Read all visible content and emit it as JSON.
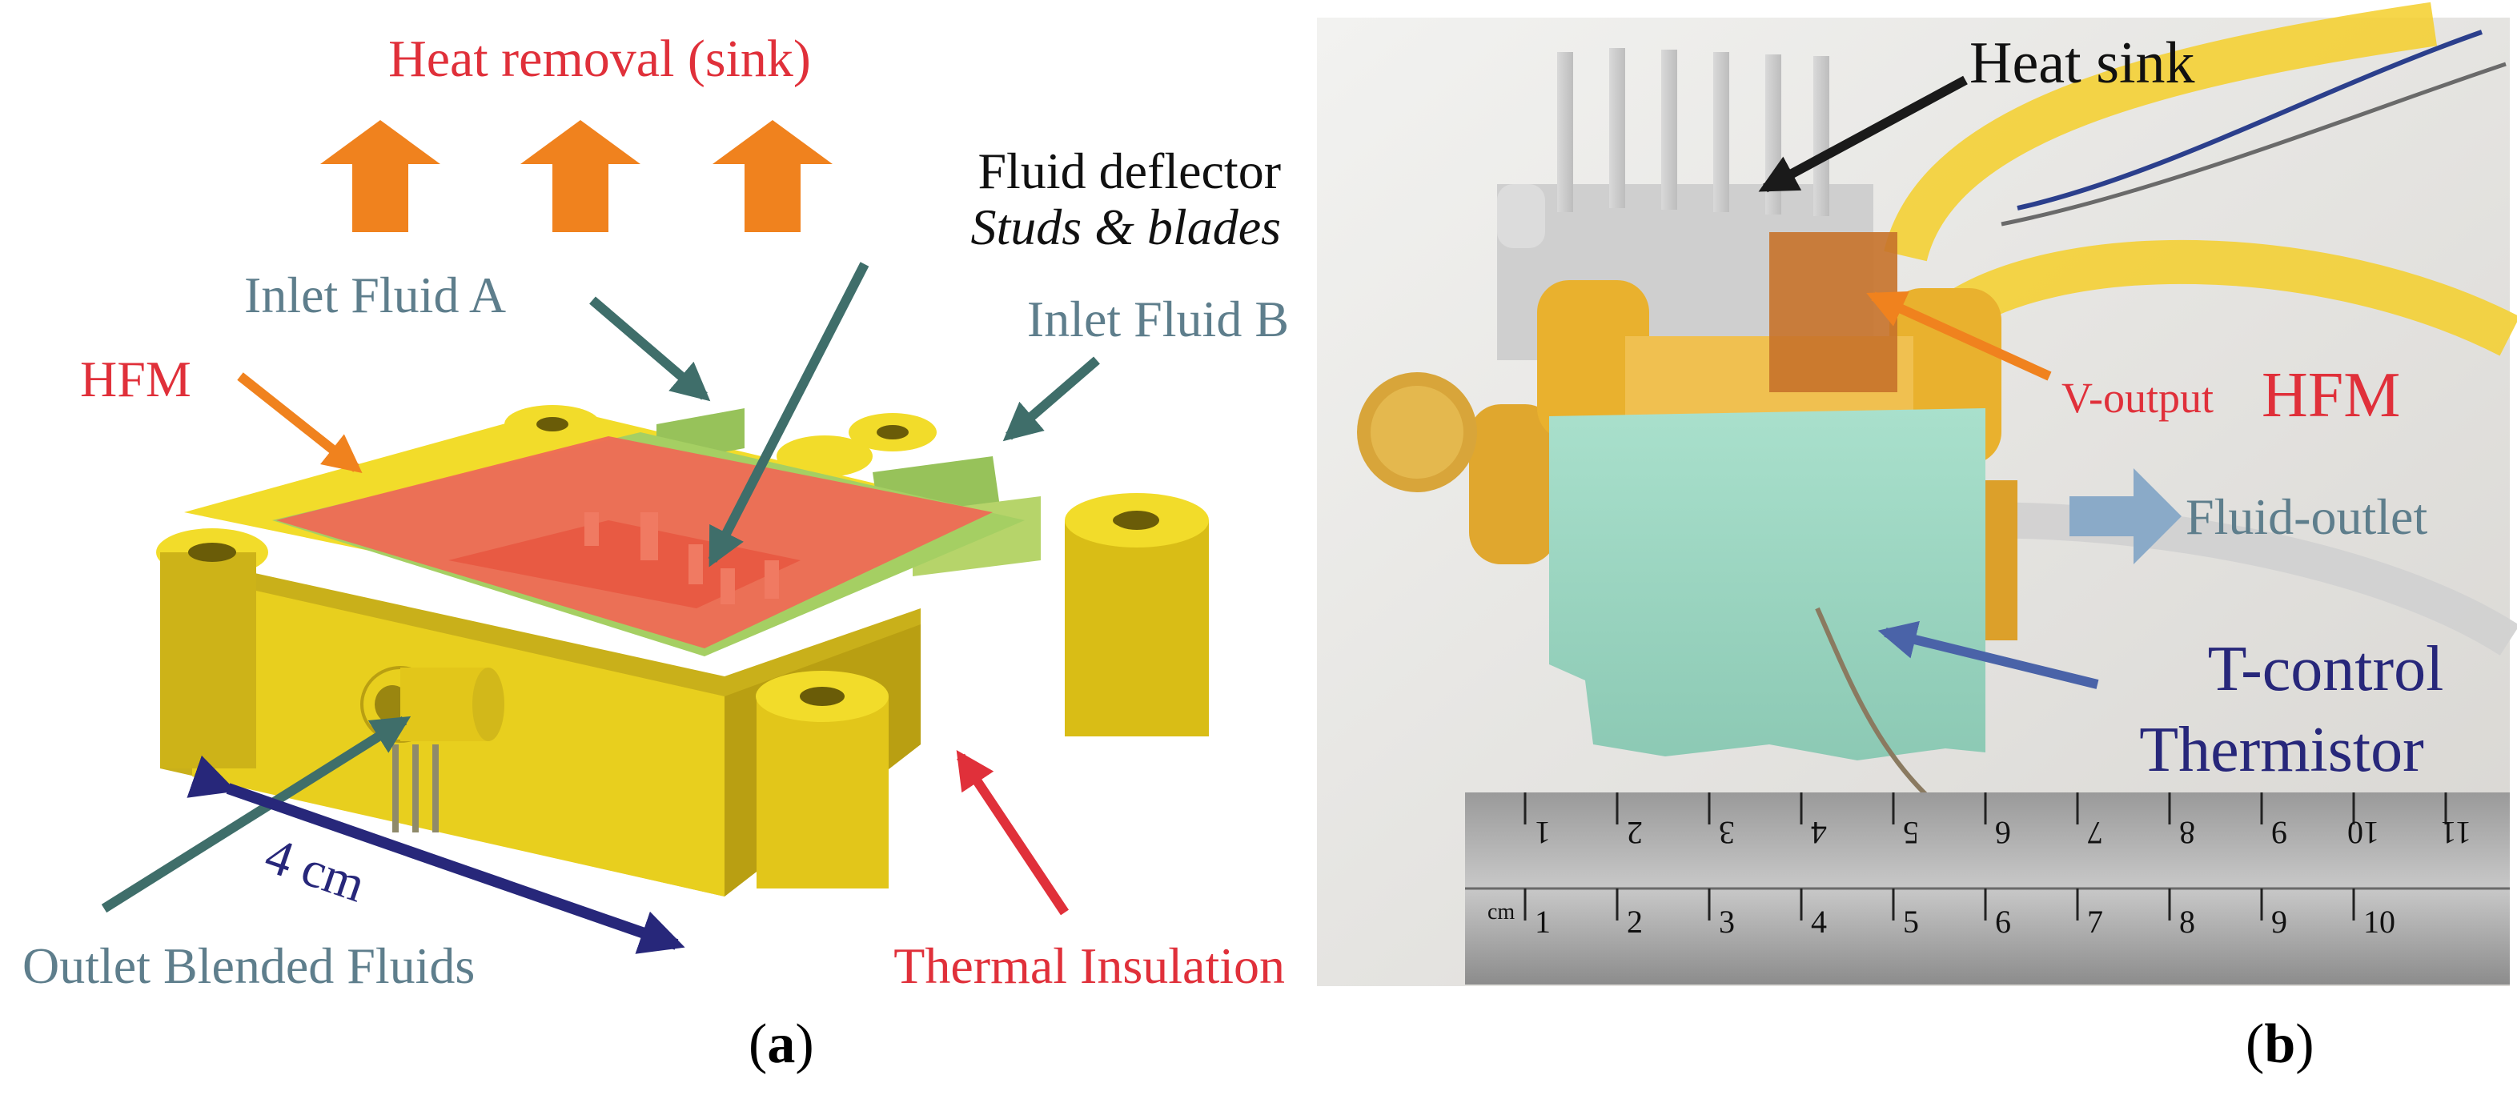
{
  "panel_a": {
    "heat_removal": "Heat removal (sink)",
    "fluid_deflector": "Fluid deflector",
    "studs_blades": "Studs & blades",
    "inlet_a": "Inlet Fluid A",
    "inlet_b": "Inlet Fluid B",
    "hfm": "HFM",
    "dimension": "4 cm",
    "outlet": "Outlet Blended Fluids",
    "insulation": "Thermal Insulation",
    "caption_letter": "a"
  },
  "panel_b": {
    "heat_sink": "Heat sink",
    "v_output": "V-output",
    "hfm": "HFM",
    "fluid_outlet": "Fluid-outlet",
    "t_control": "T-control",
    "thermistor": "Thermistor",
    "caption_letter": "b",
    "ruler_unit": "cm",
    "ruler_top_ticks": [
      "1",
      "2",
      "3",
      "4",
      "5",
      "6",
      "7",
      "8",
      "9",
      "10",
      "11"
    ],
    "ruler_bottom_ticks": [
      "1",
      "2",
      "3",
      "4",
      "5",
      "6",
      "7",
      "8",
      "9",
      "10"
    ]
  },
  "colors": {
    "red_label": "#e0303a",
    "gray_label": "#5e7e8c",
    "orange_arrow": "#f0821e",
    "navy": "#27277a",
    "teal_arrow": "#3f6e6a",
    "housing_yellow": "#e8cf1e",
    "hfm_red": "#ee6a55"
  }
}
